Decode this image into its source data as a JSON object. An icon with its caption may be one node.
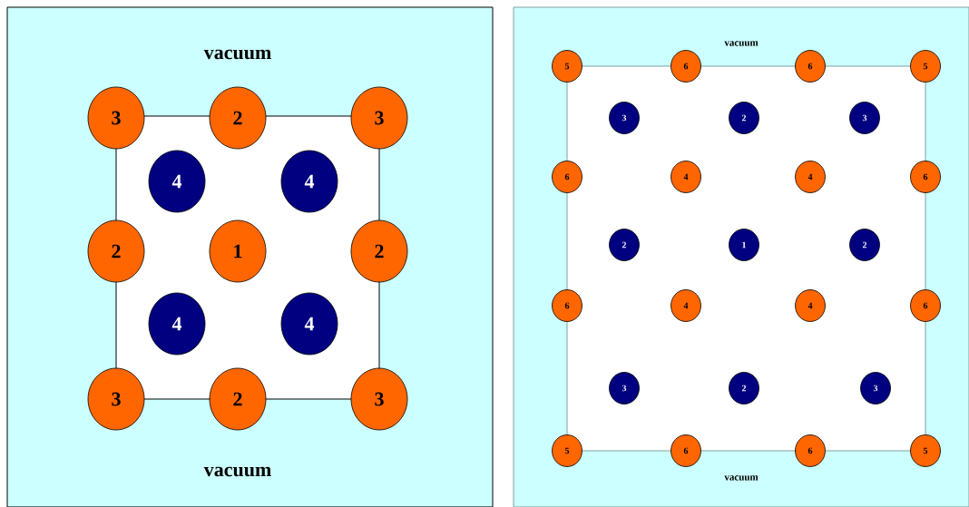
{
  "diagram": {
    "nodes": [
      {
        "text": [
          "vacuum",
          "vacuum"
        ]
      },
      {
        "text": [
          "3"
        ],
        "in": 0
      },
      {
        "text": [
          "2"
        ],
        "in": 0
      },
      {
        "text": [
          "3"
        ],
        "in": 0
      },
      {
        "text": [
          "4"
        ],
        "in": 0
      },
      {
        "text": [
          "4"
        ],
        "in": 0
      },
      {
        "text": [
          "2"
        ],
        "in": 0
      },
      {
        "text": [
          "1"
        ],
        "in": 0
      },
      {
        "text": [
          "2"
        ],
        "in": 0
      },
      {
        "text": [
          "4"
        ],
        "in": 0
      },
      {
        "text": [
          "4"
        ],
        "in": 0
      },
      {
        "text": [
          "3"
        ],
        "in": 0
      },
      {
        "text": [
          "2"
        ],
        "in": 0
      },
      {
        "text": [
          "3"
        ],
        "in": 0
      },
      {
        "text": [
          "vacuum",
          "vacuum"
        ]
      },
      {
        "text": [
          "5"
        ],
        "in": 14
      },
      {
        "text": [
          "6"
        ],
        "in": 14
      },
      {
        "text": [
          "6"
        ],
        "in": 14
      },
      {
        "text": [
          "5"
        ],
        "in": 14
      },
      {
        "text": [
          "3"
        ],
        "in": 14
      },
      {
        "text": [
          "2"
        ],
        "in": 14
      },
      {
        "text": [
          "3"
        ],
        "in": 14
      },
      {
        "text": [
          "6"
        ],
        "in": 14
      },
      {
        "text": [
          "4"
        ],
        "in": 14
      },
      {
        "text": [
          "4"
        ],
        "in": 14
      },
      {
        "text": [
          "6"
        ],
        "in": 14
      },
      {
        "text": [
          "2"
        ],
        "in": 14
      },
      {
        "text": [
          "1"
        ],
        "in": 14
      },
      {
        "text": [
          "2"
        ],
        "in": 14
      },
      {
        "text": [
          "6"
        ],
        "in": 14
      },
      {
        "text": [
          "4"
        ],
        "in": 14
      },
      {
        "text": [
          "4"
        ],
        "in": 14
      },
      {
        "text": [
          "6"
        ],
        "in": 14
      },
      {
        "text": [
          "3"
        ],
        "in": 14
      },
      {
        "text": [
          "2"
        ],
        "in": 14
      },
      {
        "text": [
          "3"
        ],
        "in": 14
      },
      {
        "text": [
          "5"
        ],
        "in": 14
      },
      {
        "text": [
          "6"
        ],
        "in": 14
      },
      {
        "text": [
          "6"
        ],
        "in": 14
      },
      {
        "text": [
          "5"
        ],
        "in": 14
      }
    ]
  }
}
